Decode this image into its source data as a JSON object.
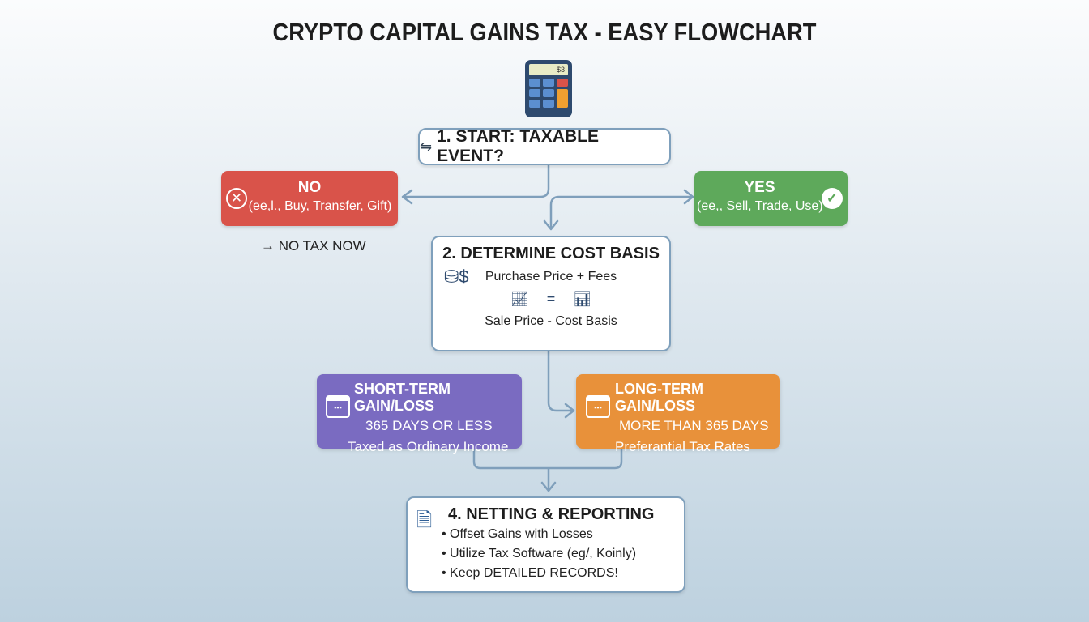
{
  "title": "CRYPTO CAPITAL GAINS TAX - EASY FLOWCHART",
  "calculator_display": "$3",
  "start": {
    "label": "1. START: TAXABLE EVENT?"
  },
  "no": {
    "title": "NO",
    "examples": "(ee,l., Buy, Transfer, Gift)",
    "result": "→ NO TAX NOW",
    "color": "#d9534a"
  },
  "yes": {
    "title": "YES",
    "examples": "(ee,, Sell, Trade, Use)",
    "color": "#5ea95b"
  },
  "cost_basis": {
    "title": "2. DETERMINE COST BASIS",
    "line1": "Purchase Price + Fees",
    "equals": "=",
    "line2": "Sale Price - Cost Basis"
  },
  "short_term": {
    "title": "SHORT-TERM GAIN/LOSS",
    "period": "365 DAYS OR LESS",
    "tax": "Taxed as Ordinary Income",
    "color": "#7a6bc1"
  },
  "long_term": {
    "title": "LONG-TERM GAIN/LOSS",
    "period": "MORE THAN 365 DAYS",
    "tax": "Preferantial Tax Rates",
    "color": "#e8913a"
  },
  "netting": {
    "title": "4. NETTING & REPORTING",
    "items": [
      "Offset Gains with Losses",
      "Utilize Tax Software (eg/, Koinly)",
      "Keep DETAILED RECORDS!"
    ]
  }
}
